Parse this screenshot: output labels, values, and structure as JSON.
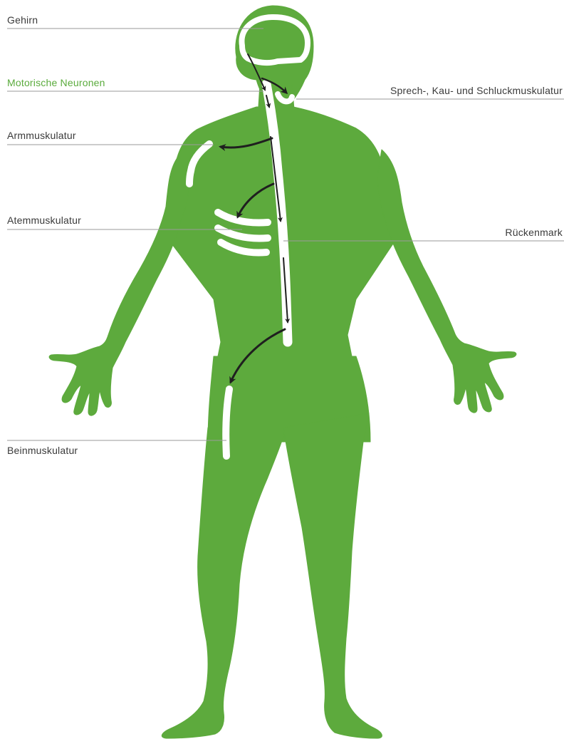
{
  "labels": {
    "gehirn": "Gehirn",
    "motorische_neuronen": "Motorische Neuronen",
    "sprech_kau_schluck": "Sprech-, Kau- und Schluckmuskulatur",
    "armmuskulatur": "Armmuskulatur",
    "atemmuskulatur": "Atemmuskulatur",
    "rueckenmark": "Rückenmark",
    "beinmuskulatur": "Beinmuskulatur"
  },
  "colors": {
    "body": "#5daa3d",
    "accent": "#5aab3c",
    "text": "#3a3a3a",
    "leader_line": "#9a9a9a",
    "arrow": "#1f1f1f",
    "highlight": "#ffffff"
  }
}
